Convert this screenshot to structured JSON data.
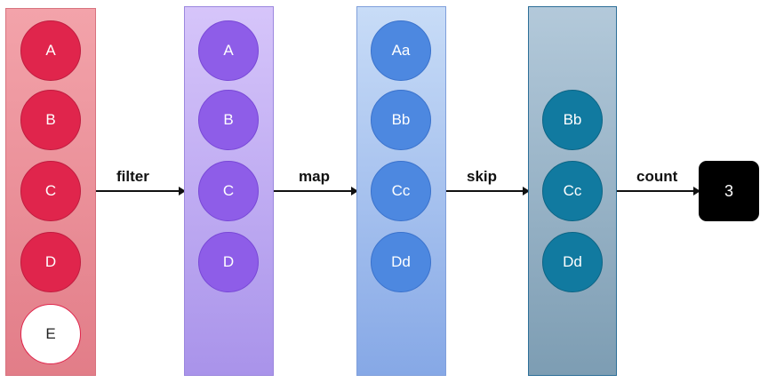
{
  "stages": [
    {
      "items": [
        "A",
        "B",
        "C",
        "D",
        "E"
      ]
    },
    {
      "items": [
        "A",
        "B",
        "C",
        "D"
      ]
    },
    {
      "items": [
        "Aa",
        "Bb",
        "Cc",
        "Dd"
      ]
    },
    {
      "items": [
        "Bb",
        "Cc",
        "Dd"
      ]
    }
  ],
  "operations": [
    "filter",
    "map",
    "skip",
    "count"
  ],
  "result": "3"
}
